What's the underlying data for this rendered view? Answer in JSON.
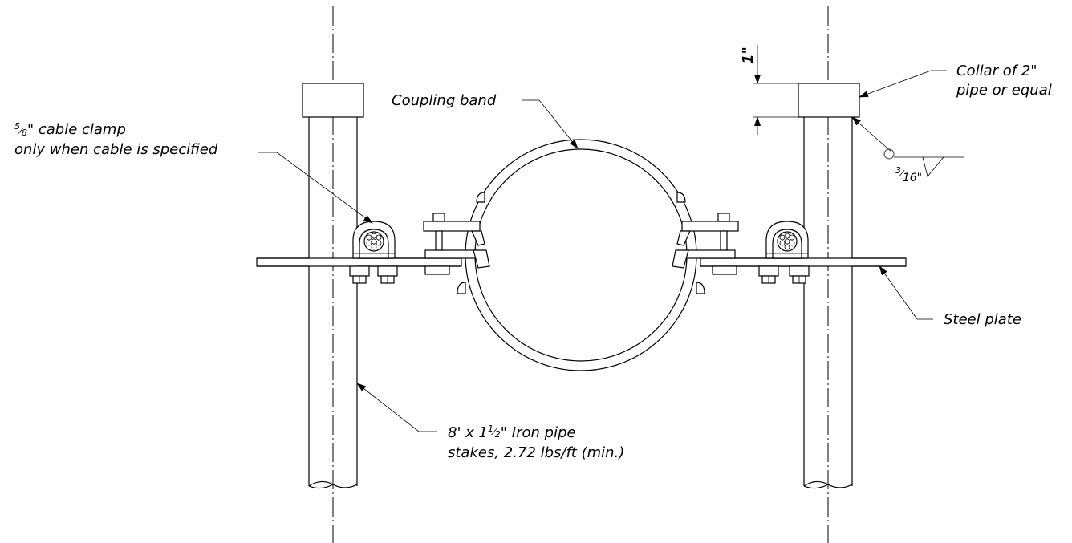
{
  "labels": {
    "coupling_band": "Coupling band",
    "cable_clamp_line1_fraction_num": "5",
    "cable_clamp_line1_fraction_den": "8",
    "cable_clamp_line1_rest": "\" cable clamp",
    "cable_clamp_line2": "only when cable is specified",
    "collar_line1": "Collar of 2\"",
    "collar_line2": "pipe or equal",
    "collar_dimension": "1\"",
    "weld_fraction_num": "3",
    "weld_fraction_den": "16",
    "weld_inch": "\"",
    "steel_plate": "Steel plate",
    "pipe_line1_a": "8' x 1",
    "pipe_line1_num": "1",
    "pipe_line1_den": "2",
    "pipe_line1_b": "\" Iron pipe",
    "pipe_line2": "stakes, 2.72 lbs/ft (min.)"
  }
}
